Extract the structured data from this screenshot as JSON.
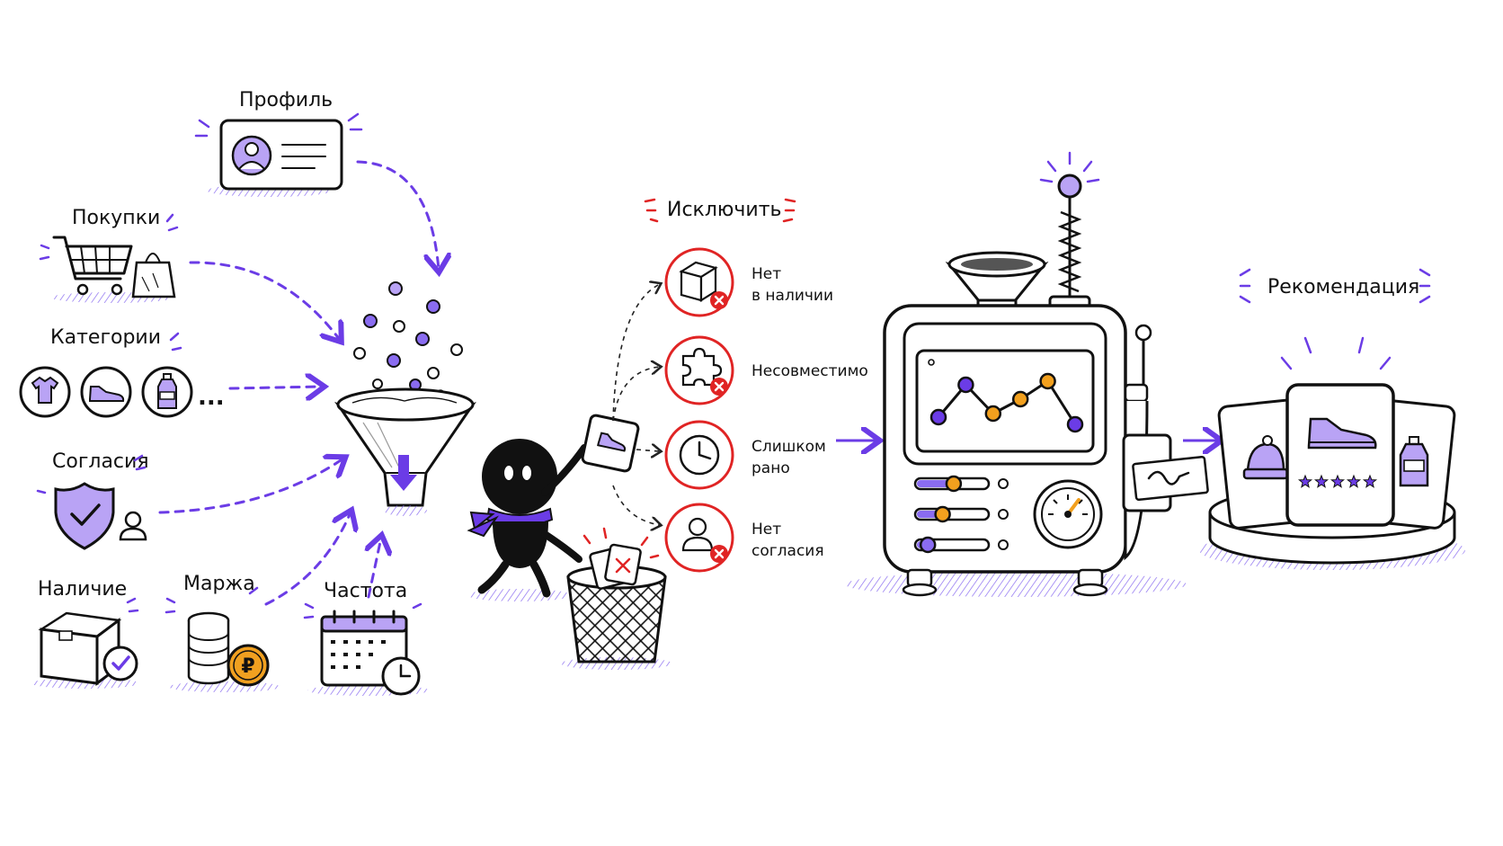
{
  "colors": {
    "accent": "#6b3ce6",
    "accent_light": "#b9a3f5",
    "exclude": "#e02424",
    "orange": "#f2a01e",
    "coin": "#f0a020",
    "ink": "#111111"
  },
  "sources": {
    "profile": {
      "label": "Профиль",
      "icon": "id-card-icon"
    },
    "purchases": {
      "label": "Покупки",
      "icon": "shopping-cart-icon"
    },
    "categories": {
      "label": "Категории",
      "icons": [
        "tshirt-icon",
        "sneaker-icon",
        "bottle-icon"
      ],
      "more": "..."
    },
    "consents": {
      "label": "Согласия",
      "icon": "shield-check-icon"
    },
    "availability": {
      "label": "Наличие",
      "icon": "box-check-icon"
    },
    "margin": {
      "label": "Маржа",
      "icon": "coins-ruble-icon",
      "currency": "₽"
    },
    "frequency": {
      "label": "Частота",
      "icon": "calendar-clock-icon"
    }
  },
  "exclude": {
    "title": "Исключить",
    "items": [
      {
        "line1": "Нет",
        "line2": "в наличии",
        "icon": "box-x-icon"
      },
      {
        "line1": "Несовместимо",
        "line2": "",
        "icon": "puzzle-x-icon"
      },
      {
        "line1": "Слишком",
        "line2": "рано",
        "icon": "clock-icon"
      },
      {
        "line1": "Нет",
        "line2": "согласия",
        "icon": "person-x-icon"
      }
    ]
  },
  "recommendation": {
    "title": "Рекомендация",
    "rating_stars": 5,
    "cards": [
      "hat-icon",
      "shoe-icon",
      "bottle-icon"
    ]
  },
  "machine": {
    "chart_points": [
      0.3,
      0.75,
      0.35,
      0.55,
      0.8,
      0.2
    ],
    "point_colors": [
      "accent",
      "accent",
      "orange",
      "orange",
      "orange",
      "accent"
    ],
    "sliders": [
      0.45,
      0.3,
      0.1
    ],
    "ticket_icon": "squiggle-icon"
  }
}
